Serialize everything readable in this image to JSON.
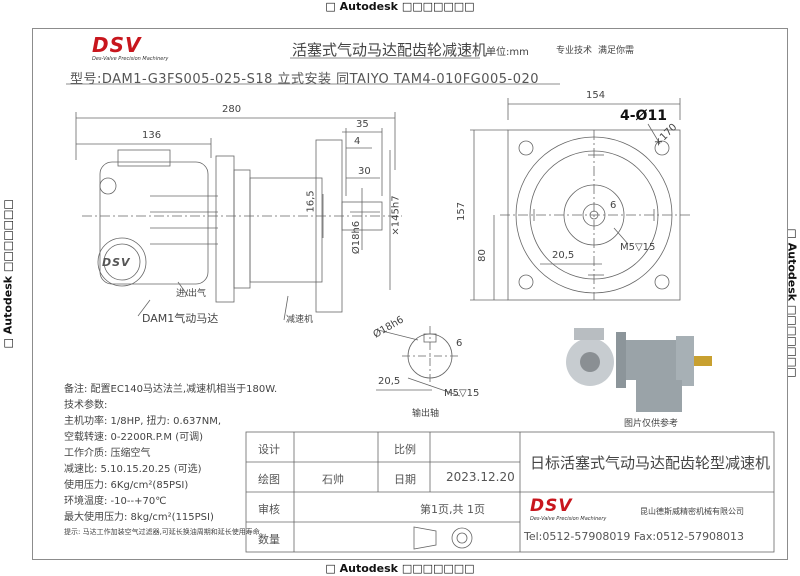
{
  "watermark": {
    "text": "□ Autodesk □□□□□□□"
  },
  "header": {
    "logo": "DSV",
    "logo_sub": "Des-Valve Precision Machinery",
    "title": "活塞式气动马达配齿轮减速机",
    "unit": "单位:mm",
    "tech": "专业技术",
    "meet": "满足你需",
    "model_line": "型号:DAM1-G3FS005-025-S18  立式安装  同TAIYO  TAM4-010FG005-020"
  },
  "dims": {
    "d280": "280",
    "d136": "136",
    "d35": "35",
    "d4": "4",
    "d30": "30",
    "d165": "16,5",
    "d18h6": "Ø18h6",
    "d145h7": "×145h7",
    "d154": "154",
    "holes": "4-Ø11",
    "d170": "×170",
    "d157": "157",
    "d80": "80",
    "d205": "20,5",
    "m5": "M5▽15",
    "d6": "6",
    "s18h6": "Ø18h6",
    "s205": "20,5",
    "s6": "6",
    "sm5": "M5▽15"
  },
  "labels": {
    "inlet": "进/出气",
    "motor": "DAM1气动马达",
    "reducer": "减速机",
    "shaft": "输出轴",
    "photo_note": "图片仅供参考"
  },
  "specs": [
    "备注: 配置EC140马达法兰,减速机相当于180W.",
    "技术参数:",
    "主机功率: 1/8HP, 扭力: 0.637NM,",
    "空载转速: 0-2200R.P.M (可调)",
    "工作介质: 压缩空气",
    "减速比: 5.10.15.20.25 (可选)",
    "使用压力: 6Kg/cm²(85PSI)",
    "环境温度: -10--+70℃",
    "最大使用压力: 8kg/cm²(115PSI)",
    "提示: 马达工作加装空气过滤器,可延长换油周期和延长使用寿命."
  ],
  "titleblock": {
    "design": "设计",
    "ratio": "比例",
    "draw": "绘图",
    "drawer": "石帅",
    "date_label": "日期",
    "date": "2023.12.20",
    "review": "审核",
    "page": "第1页,共 1页",
    "qty": "数量",
    "title": "日标活塞式气动马达配齿轮型减速机",
    "company": "昆山德斯威精密机械有限公司",
    "tel": "Tel:0512-57908019  Fax:0512-57908013"
  },
  "colors": {
    "logo": "#c8161d",
    "line": "#666666",
    "photo_body": "#9aa3a8"
  }
}
